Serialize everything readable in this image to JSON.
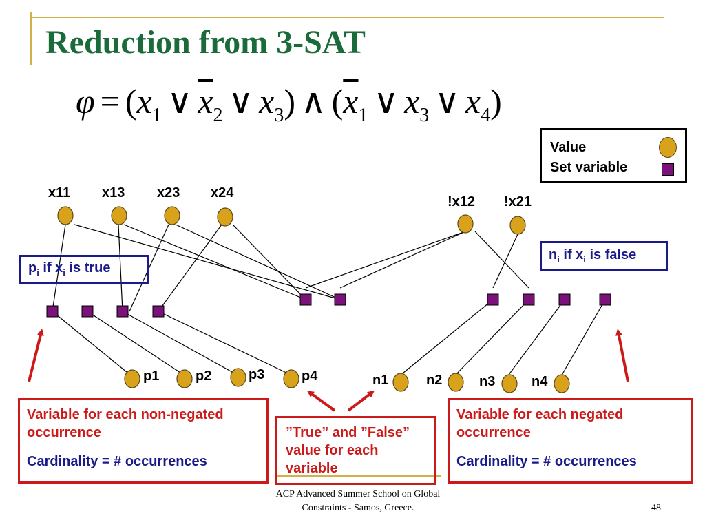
{
  "title": "Reduction from 3-SAT",
  "formula": {
    "phi": "φ",
    "eq": "=",
    "and": "∧",
    "or": "∨",
    "var": "x",
    "subs": [
      "1",
      "2",
      "3",
      "1",
      "3",
      "4"
    ]
  },
  "legend": {
    "value_label": "Value",
    "setvar_label": "Set variable"
  },
  "colors": {
    "value_node": "#d9a21b",
    "set_node": "#7a127a",
    "arrow": "#cc1a1a",
    "title": "#1b6b3a",
    "blue_box": "#1a1a8a"
  },
  "top_values": [
    "x11",
    "x13",
    "x23",
    "x24",
    "!x12",
    "!x21"
  ],
  "bottom_values": [
    "p1",
    "p2",
    "p3",
    "p4",
    "n1",
    "n2",
    "n3",
    "n4"
  ],
  "p_box": {
    "p": "p",
    "i": "i",
    "mid": " if x",
    "i2": "i",
    "tail": " is true"
  },
  "n_box": {
    "n": "n",
    "i": "i",
    "mid": " if x",
    "i2": "i",
    "tail": " is false"
  },
  "left_box": {
    "line1": "Variable for each non-negated occurrence",
    "line2": "Cardinality = # occurrences"
  },
  "mid_box": {
    "text": "”True” and ”False” value for each variable"
  },
  "right_box": {
    "line1": "Variable for each negated occurrence",
    "line2": "Cardinality = # occurrences"
  },
  "footer": {
    "line1": "ACP Advanced Summer School on Global",
    "line2": "Constraints -  Samos, Greece."
  },
  "page_number": "48"
}
